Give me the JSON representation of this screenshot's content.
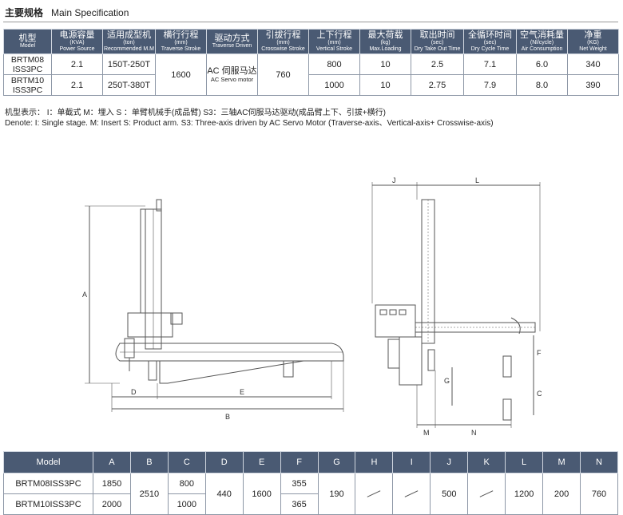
{
  "header": {
    "title_cn": "主要规格",
    "title_en": "Main Specification"
  },
  "spec_table": {
    "headers": [
      {
        "cn": "机型",
        "en": "Model"
      },
      {
        "cn": "电源容量",
        "en": "(KVA)\nPower Source"
      },
      {
        "cn": "适用成型机",
        "en": "(ton)\nRecommended M.M"
      },
      {
        "cn": "横行行程",
        "en": "(mm)\nTraverse Stroke"
      },
      {
        "cn": "驱动方式",
        "en": "Traverse Driven"
      },
      {
        "cn": "引拔行程",
        "en": "(mm)\nCrosswise Stroke"
      },
      {
        "cn": "上下行程",
        "en": "(mm)\nVertical Stroke"
      },
      {
        "cn": "最大荷载",
        "en": "(kg)\nMax.Loading"
      },
      {
        "cn": "取出时间",
        "en": "(sec)\nDry Take Out Time"
      },
      {
        "cn": "全循环时间",
        "en": "(sec)\nDry Cycle Time"
      },
      {
        "cn": "空气消耗量",
        "en": "(Nl/cycle)\nAir Consumption"
      },
      {
        "cn": "净重",
        "en": "(KG)\nNet Weight"
      }
    ],
    "rows": [
      {
        "model": "BRTM08\nISS3PC",
        "power": "2.1",
        "mm": "150T-250T",
        "vertical": "800",
        "loading": "10",
        "takeout": "2.5",
        "cycle": "7.1",
        "air": "6.0",
        "weight": "340"
      },
      {
        "model": "BRTM10\nISS3PC",
        "power": "2.1",
        "mm": "250T-380T",
        "vertical": "1000",
        "loading": "10",
        "takeout": "2.75",
        "cycle": "7.9",
        "air": "8.0",
        "weight": "390"
      }
    ],
    "shared": {
      "traverse": "1600",
      "driven_cn": "AC 伺服马达",
      "driven_en": "AC Servo motor",
      "crosswise": "760"
    }
  },
  "notes": {
    "cn": "机型表示：  I：单截式    M：埋入    S ：单臂机械手(成品臂)    S3：三轴AC伺服马达驱动(成品臂上下、引拔+横行)",
    "en": "Denote:    I: Single stage.    M: Insert    S: Product arm.    S3: Three-axis driven by AC Servo Motor (Traverse-axis、Vertical-axis+ Crosswise-axis)"
  },
  "drawing_labels": {
    "A": "A",
    "B": "B",
    "C": "C",
    "D": "D",
    "E": "E",
    "F": "F",
    "G": "G",
    "J": "J",
    "L": "L",
    "M": "M",
    "N": "N"
  },
  "dim_table": {
    "headers": [
      "Model",
      "A",
      "B",
      "C",
      "D",
      "E",
      "F",
      "G",
      "H",
      "I",
      "J",
      "K",
      "L",
      "M",
      "N"
    ],
    "rows": [
      {
        "model": "BRTM08ISS3PC",
        "A": "1850",
        "C": "800",
        "F": "355"
      },
      {
        "model": "BRTM10ISS3PC",
        "A": "2000",
        "C": "1000",
        "F": "365"
      }
    ],
    "shared": {
      "B": "2510",
      "D": "440",
      "E": "1600",
      "G": "190",
      "J": "500",
      "L": "1200",
      "M": "200",
      "N": "760"
    }
  },
  "colors": {
    "header_bg": "#4a5a73",
    "line": "#555555"
  }
}
